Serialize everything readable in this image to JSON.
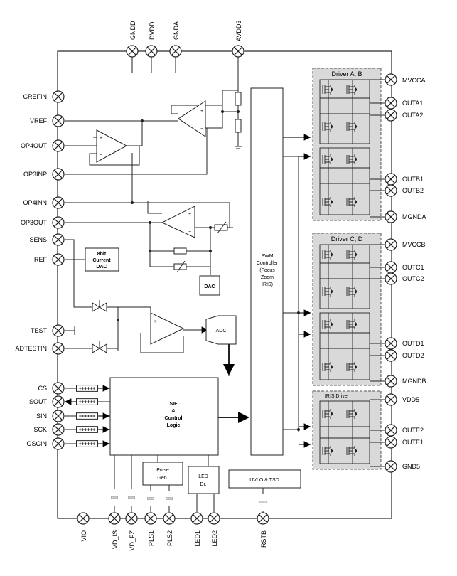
{
  "pins": {
    "top": [
      "GNDD",
      "DVDD",
      "GNDA",
      "AVDD3"
    ],
    "left": [
      "CREFIN",
      "VREF",
      "OP4OUT",
      "OP3INP",
      "OP4INN",
      "OP3OUT",
      "SENS",
      "REF",
      "TEST",
      "ADTESTIN",
      "CS",
      "SOUT",
      "SIN",
      "SCK",
      "OSCIN"
    ],
    "right": [
      "MVCCA",
      "OUTA1",
      "OUTA2",
      "OUTB1",
      "OUTB2",
      "MGNDA",
      "MVCCB",
      "OUTC1",
      "OUTC2",
      "OUTD1",
      "OUTD2",
      "MGNDB",
      "VDD5",
      "OUTE2",
      "OUTE1",
      "GND5"
    ],
    "bottom": [
      "VIO",
      "VD_IS",
      "VD_FZ",
      "PLS1",
      "PLS2",
      "LED1",
      "LED2",
      "RSTB"
    ]
  },
  "blocks": {
    "dac_8bit": [
      "8bit",
      "Current",
      "DAC"
    ],
    "dac": "DAC",
    "adc": "ADC",
    "pwm": [
      "PWM",
      "Controller",
      "(Focus",
      "Zoom",
      "IRIS)"
    ],
    "sif": [
      "SIF",
      "&",
      "Control",
      "Logic"
    ],
    "pulse_gen": [
      "Pulse",
      "Gen."
    ],
    "led_dr": [
      "LED",
      "Dr."
    ],
    "uvlo": "UVLO & TSD",
    "driver_ab": "Driver A, B",
    "driver_cd": "Driver C, D",
    "iris_driver": "IRIS Driver"
  },
  "colors": {
    "line": "#222222",
    "driver_fill": "#d9d9d9"
  }
}
